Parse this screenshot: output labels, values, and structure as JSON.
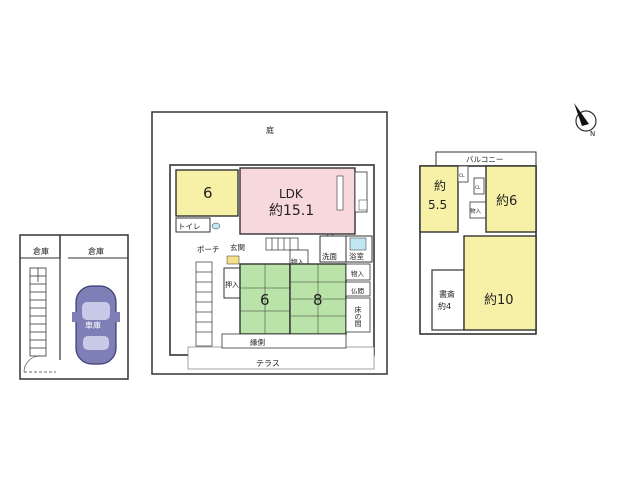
{
  "labels": {
    "garden": "庭",
    "balcony": "バルコニー",
    "terrace": "テラス",
    "engawa": "縁側",
    "porch": "ポーチ",
    "genkan": "玄関",
    "toilet": "トイレ",
    "oshiire": "押入",
    "mono_inre": "物入",
    "senmen": "洗面",
    "yokushitsu": "浴室",
    "butsuma": "仏間",
    "tokonoma": "床の間",
    "souko_left": "倉庫",
    "souko_right": "倉庫",
    "shako": "車庫",
    "shosai": "書斎",
    "approx": "約",
    "cl": "CL"
  },
  "rooms": {
    "west6": "6",
    "ldk_name": "LDK",
    "ldk_size": "約15.1",
    "washitsu6": "6",
    "washitsu8": "8",
    "up_left_size": "5.5",
    "up_right": "約6",
    "shosai_size": "約4",
    "up_big": "約10"
  },
  "compass": "N",
  "colors": {
    "yellow": "#f6f1a6",
    "pink": "#f7d8dc",
    "green": "#b9e3a8",
    "wall": "#333333",
    "blue": "#bfe6f2"
  }
}
